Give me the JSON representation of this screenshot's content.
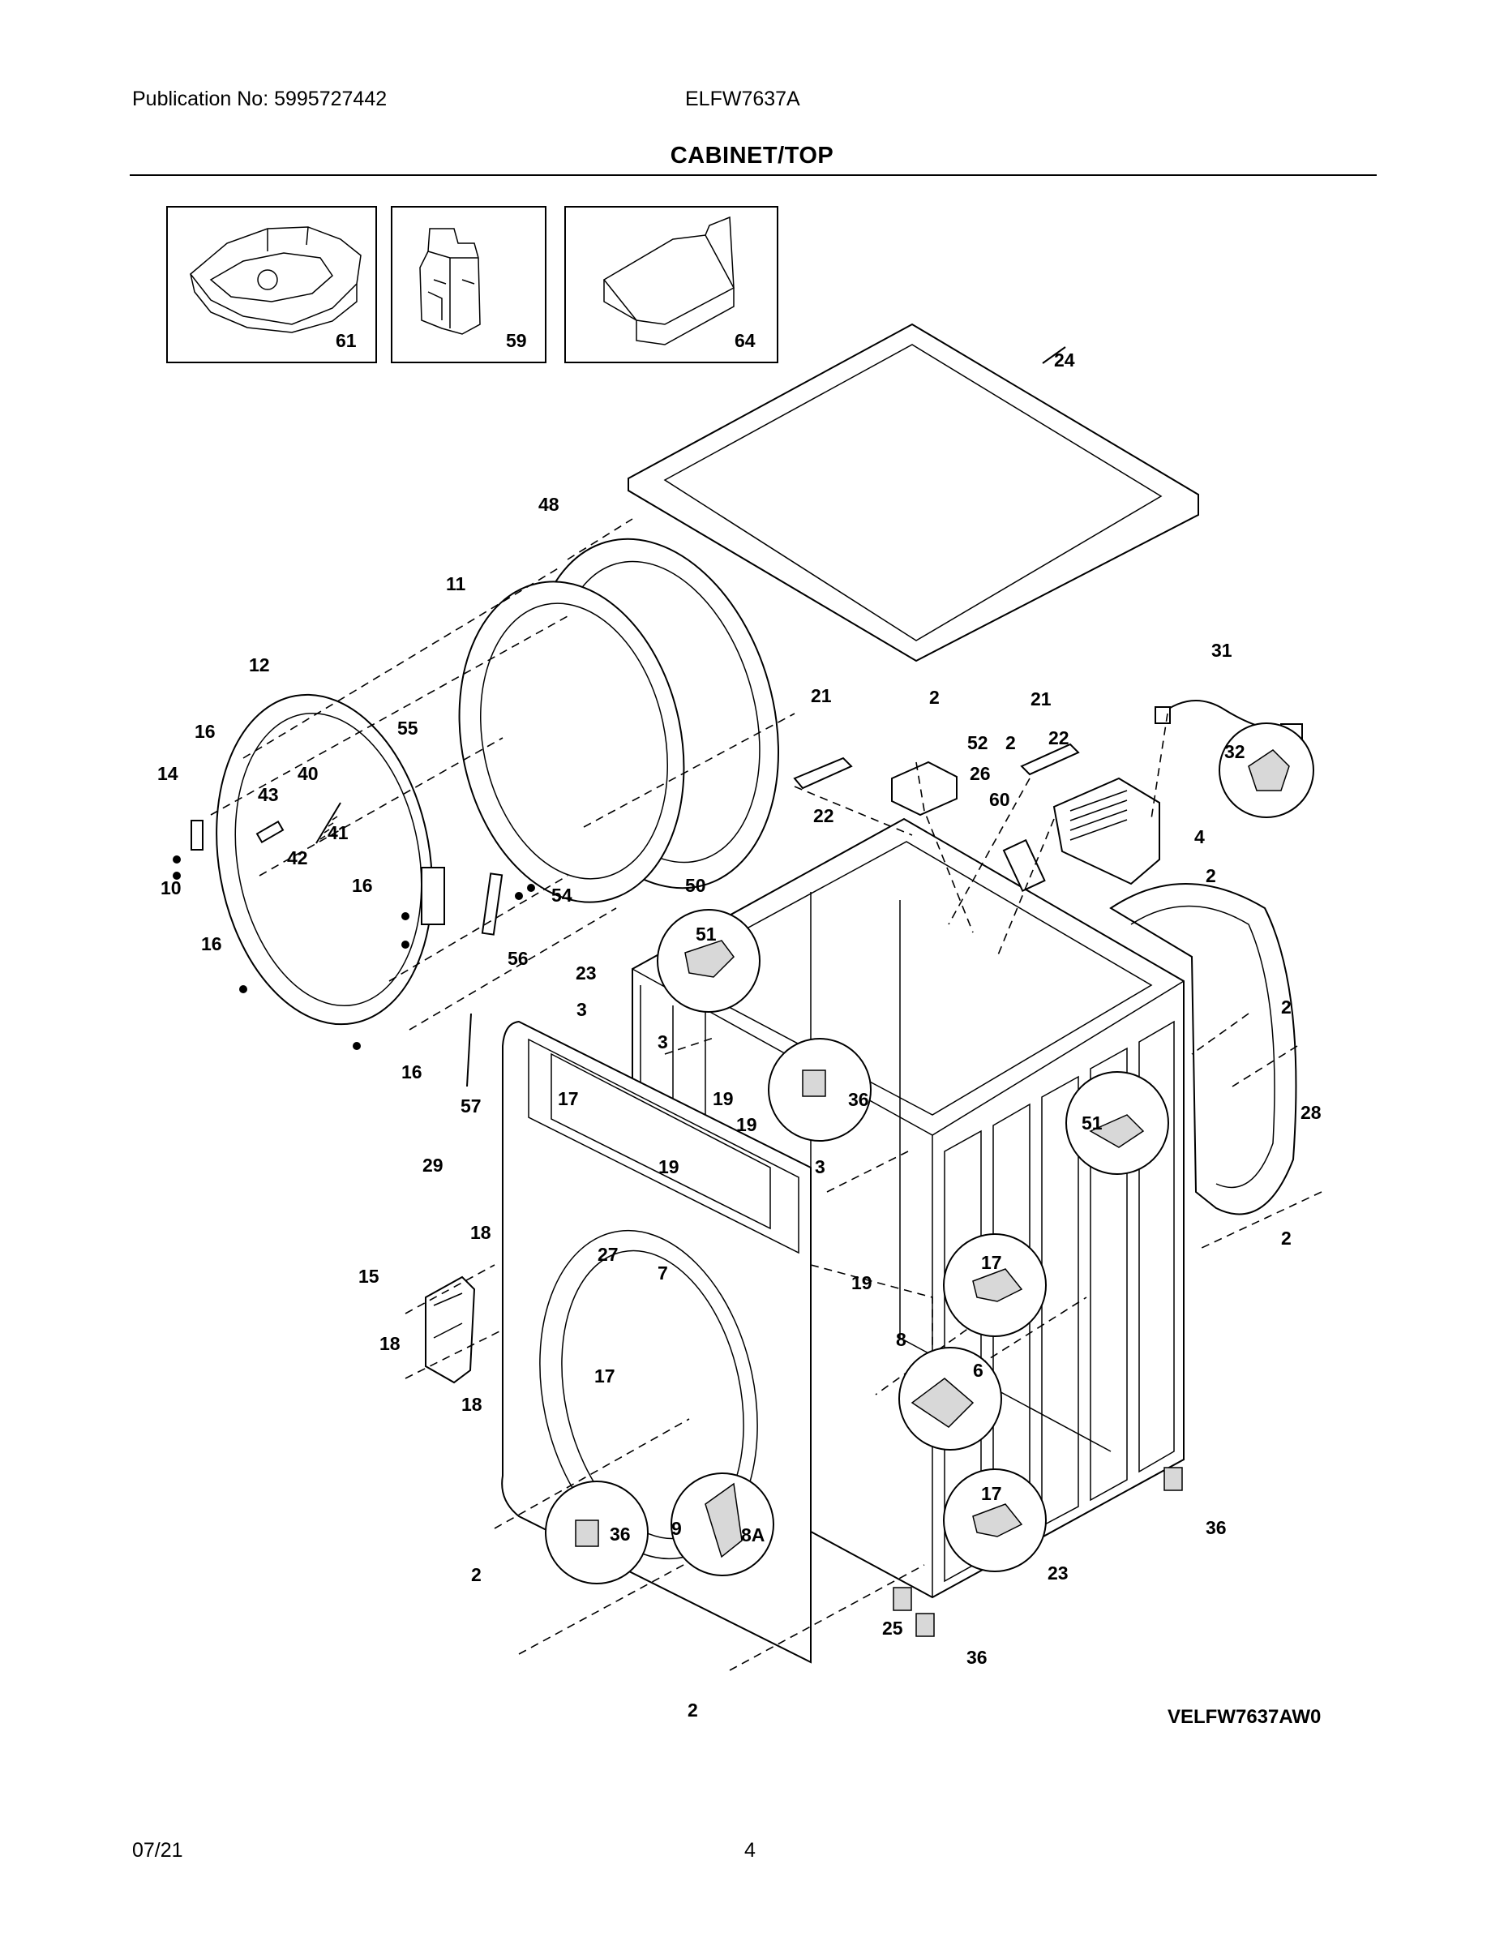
{
  "header": {
    "publication": "Publication No: 5995727442",
    "model": "ELFW7637A",
    "section_title": "CABINET/TOP"
  },
  "inset_parts": [
    "61",
    "59",
    "64"
  ],
  "callouts": [
    "24",
    "48",
    "11",
    "12",
    "16",
    "55",
    "14",
    "40",
    "43",
    "41",
    "42",
    "10",
    "16",
    "16",
    "54",
    "56",
    "16",
    "57",
    "21",
    "2",
    "52",
    "26",
    "22",
    "21",
    "2",
    "22",
    "60",
    "31",
    "32",
    "4",
    "2",
    "50",
    "51",
    "23",
    "3",
    "3",
    "17",
    "19",
    "19",
    "36",
    "19",
    "3",
    "29",
    "51",
    "2",
    "28",
    "2",
    "18",
    "27",
    "15",
    "7",
    "19",
    "18",
    "17",
    "17",
    "8",
    "6",
    "18",
    "17",
    "36",
    "9",
    "8A",
    "36",
    "2",
    "23",
    "25",
    "36",
    "2"
  ],
  "footer": {
    "drawing_code": "VELFW7637AW0",
    "date": "07/21",
    "page": "4"
  }
}
